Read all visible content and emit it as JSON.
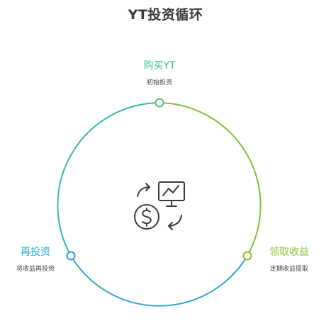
{
  "title": "YT投资循环",
  "nodes": {
    "top": {
      "title": "购买YT",
      "subtitle": "初始投资",
      "color": "#3cc08e"
    },
    "left": {
      "title": "再投资",
      "subtitle": "将收益再投资",
      "color": "#20a9cf"
    },
    "right": {
      "title": "领取收益",
      "subtitle": "定期收益提取",
      "color": "#8cbf2e"
    }
  },
  "center_icon": "investment-cycle-icon",
  "colors": {
    "gradient_start": "#45c48a",
    "gradient_mid": "#2bb2c2",
    "gradient_end": "#8bbe2d",
    "icon_stroke": "#3b3b3b",
    "title": "#3a3a3a"
  }
}
